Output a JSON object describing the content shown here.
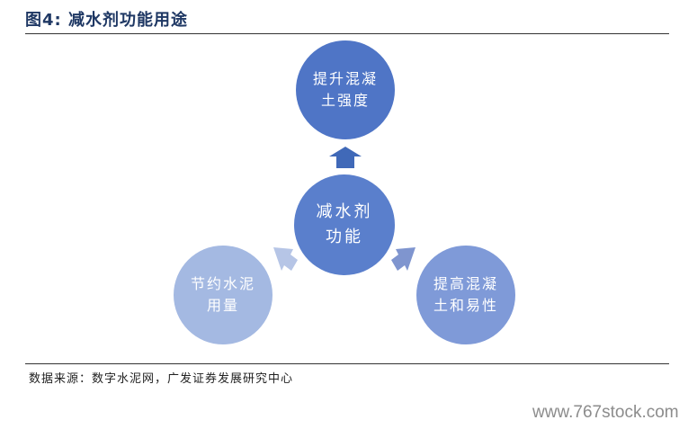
{
  "figure": {
    "title": "图4:  减水剂功能用途"
  },
  "diagram": {
    "center": {
      "line1": "减水剂",
      "line2": "功能",
      "color": "#5a7fcc"
    },
    "top": {
      "line1": "提升混凝",
      "line2": "土强度",
      "color": "#4f75c6"
    },
    "left": {
      "line1": "节约水泥",
      "line2": "用量",
      "color": "#a4b9e2"
    },
    "right": {
      "line1": "提高混凝",
      "line2": "土和易性",
      "color": "#7f9ad8"
    },
    "arrow_colors": {
      "top": "#4069b8",
      "left": "#b6c5e6",
      "right": "#7f95cf"
    }
  },
  "footer": {
    "source": "数据来源：数字水泥网，广发证券发展研究中心"
  },
  "watermark": {
    "text": "www.767stock.com"
  }
}
